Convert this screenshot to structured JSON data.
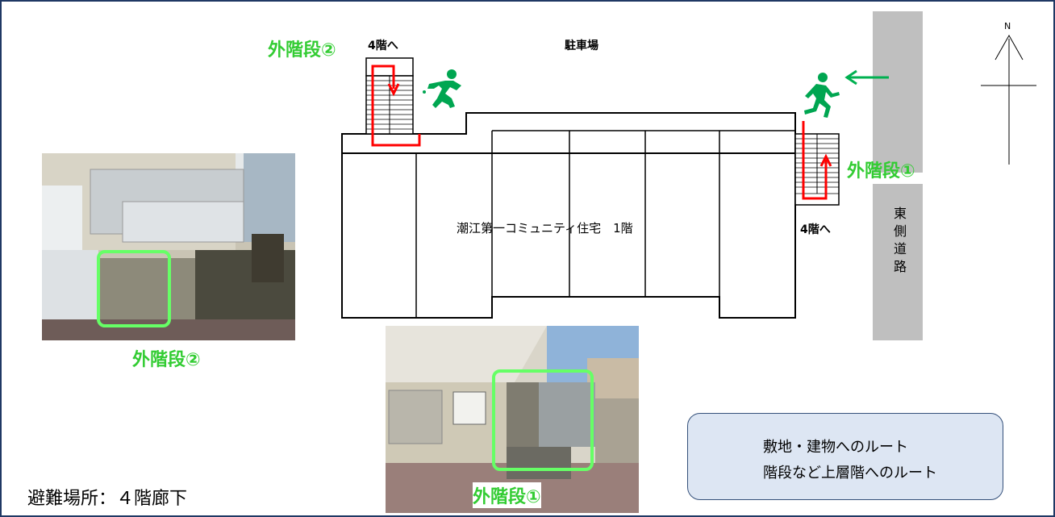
{
  "labels": {
    "parking": "駐車場",
    "stair2_floor": "4階へ",
    "stair1_floor": "4階へ",
    "stair2_label": "外階段②",
    "stair1_label": "外階段①",
    "building": "潮江第一コミュニティ住宅　1階",
    "east_road": "東側道路",
    "north": "N",
    "photo2_caption": "外階段②",
    "photo1_caption": "外階段①",
    "evac_place": "避難場所：４階廊下"
  },
  "legend": {
    "items": [
      {
        "label": "敷地・建物へのルート",
        "color": "#00b050"
      },
      {
        "label": "階段など上層階へのルート",
        "color": "#ff0000"
      }
    ]
  },
  "icons": {
    "runner_left": "running-person-icon",
    "runner_right": "running-person-icon",
    "compass": "north-compass-icon"
  },
  "colors": {
    "route_green": "#00b050",
    "route_red": "#ff0000",
    "label_green": "#33cc33",
    "road_gray": "#bfbfbf",
    "frame": "#1f3864",
    "legend_bg": "#dde6f3"
  }
}
